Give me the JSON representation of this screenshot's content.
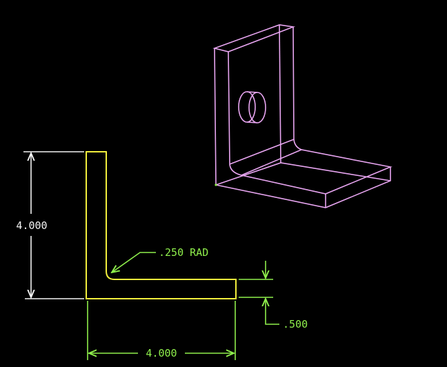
{
  "dimensions": {
    "height_label": "4.000",
    "width_label": "4.000",
    "radius_label": ".250 RAD",
    "thickness_label": ".500"
  },
  "colors": {
    "background": "#000000",
    "part_outline": "#f2ef3c",
    "dimension_white": "#f4f4f4",
    "dimension_green": "#8fef4c",
    "wireframe": "#e9a6f2"
  }
}
